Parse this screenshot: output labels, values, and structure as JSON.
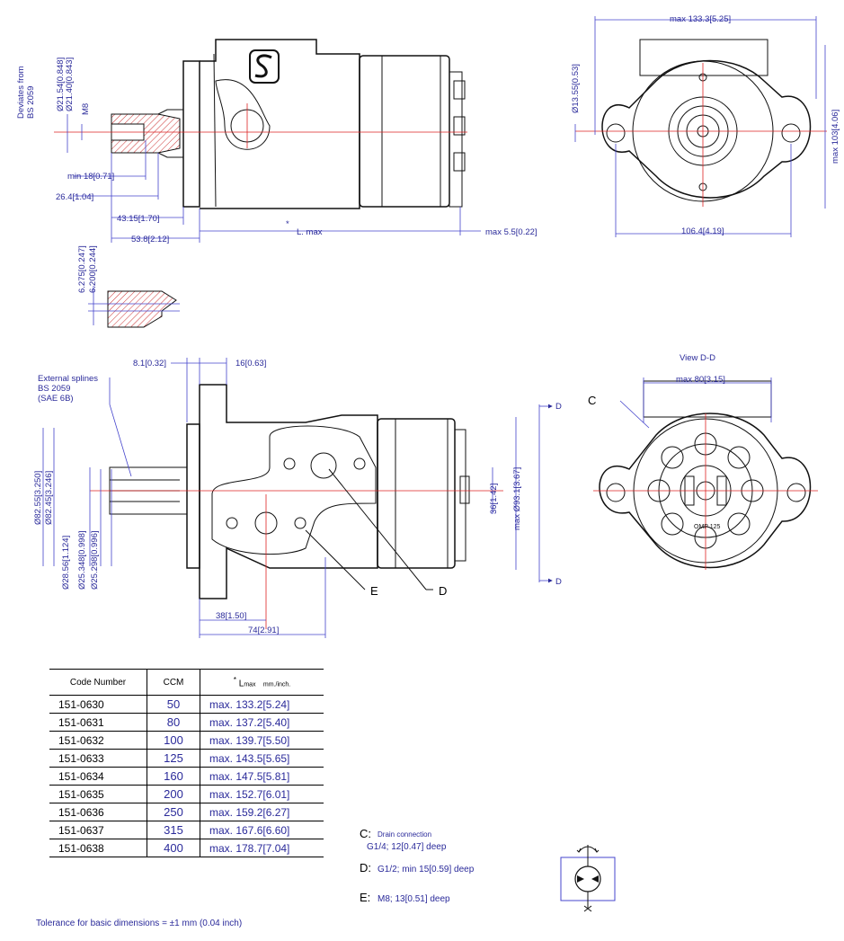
{
  "top_side": {
    "deviates_line1": "Deviates from",
    "deviates_line2": "BS 2059",
    "d1": "Ø21.54[0.848]",
    "d2": "Ø21.40[0.843]",
    "d3": "M8",
    "min18": "min 18[0.71]",
    "d26": "26.4[1.04]",
    "d43": "43.15[1.70]",
    "d53": "53.8[2.12]",
    "lmax": "L. max",
    "max55": "max 5.5[0.22]",
    "spline1": "6.275[0.247]",
    "spline2": "6.200[0.244]"
  },
  "top_front": {
    "max133": "max 133.3[5.25]",
    "d1355": "Ø13.55[0.53]",
    "max103": "max 103[4.06]",
    "d1064": "106.4[4.19]"
  },
  "bottom_side": {
    "d81": "8.1[0.32]",
    "d16": "16[0.63]",
    "ext1": "External splines",
    "ext2": "BS 2059",
    "ext3": "(SAE 6B)",
    "d8255": "Ø82.55[3.250]",
    "d8245": "Ø82.45[3.246]",
    "d2856": "Ø28.56[1.124]",
    "d25348": "Ø25.348[0.998]",
    "d25298": "Ø25.298[0.996]",
    "d36": "36[1.42]",
    "max931": "max Ø93.1[3.67]",
    "d38": "38[1.50]",
    "d74": "74[2.91]",
    "labelE": "E",
    "labelD": "D",
    "D_top": "D",
    "D_bot": "D"
  },
  "bottom_front": {
    "view": "View D-D",
    "max80": "max 80[3.15]",
    "labelC": "C",
    "omp": "OMP 125"
  },
  "table": {
    "h_code": "Code Number",
    "h_ccm": "CCM",
    "h_lmax": "L",
    "h_lmax_sub": "max",
    "h_units": "mm./inch.",
    "rows": [
      {
        "code": "151-0630",
        "ccm": "50",
        "lmax": "max. 133.2[5.24]"
      },
      {
        "code": "151-0631",
        "ccm": "80",
        "lmax": "max. 137.2[5.40]"
      },
      {
        "code": "151-0632",
        "ccm": "100",
        "lmax": "max. 139.7[5.50]"
      },
      {
        "code": "151-0633",
        "ccm": "125",
        "lmax": "max. 143.5[5.65]"
      },
      {
        "code": "151-0634",
        "ccm": "160",
        "lmax": "max. 147.5[5.81]"
      },
      {
        "code": "151-0635",
        "ccm": "200",
        "lmax": "max. 152.7[6.01]"
      },
      {
        "code": "151-0636",
        "ccm": "250",
        "lmax": "max. 159.2[6.27]"
      },
      {
        "code": "151-0637",
        "ccm": "315",
        "lmax": "max. 167.6[6.60]"
      },
      {
        "code": "151-0638",
        "ccm": "400",
        "lmax": "max. 178.7[7.04]"
      }
    ]
  },
  "notes": {
    "c_key": "C:",
    "c_text1": "Drain connection",
    "c_text2": "G1/4; 12[0.47] deep",
    "d_key": "D:",
    "d_text": "G1/2; min 15[0.59] deep",
    "e_key": "E:",
    "e_text": "M8; 13[0.51] deep",
    "tolerance": "Tolerance for basic dimensions = ±1 mm (0.04 inch)"
  }
}
